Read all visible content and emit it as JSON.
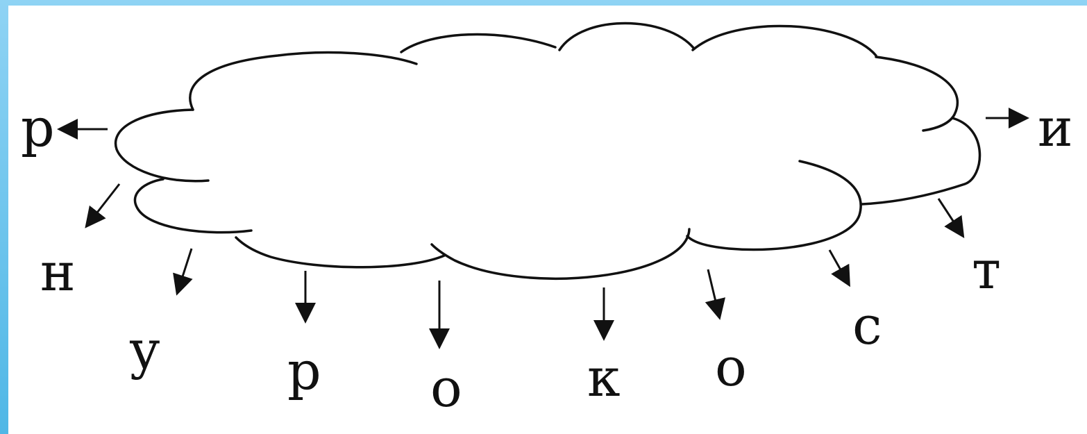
{
  "letters": {
    "l1": "р",
    "l2": "н",
    "l3": "у",
    "l4": "р",
    "l5": "о",
    "l6": "к",
    "l7": "о",
    "l8": "с",
    "l9": "т",
    "l10": "и"
  }
}
